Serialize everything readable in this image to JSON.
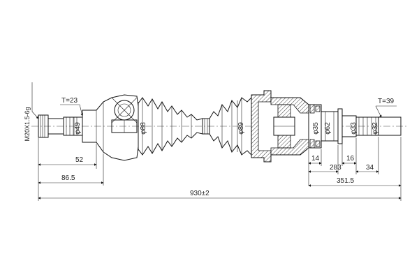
{
  "thread_label": "M20X1.5-6g",
  "left_spline_teeth": "T=23",
  "right_spline_teeth": "T=39",
  "diameters": {
    "d49": "φ49",
    "d88": "φ88",
    "d89": "φ89",
    "d35": "φ35",
    "d62": "φ62",
    "d33": "φ33",
    "d32": "φ32"
  },
  "dimensions": {
    "d52": "52",
    "d86_5": "86.5",
    "d930": "930±2",
    "d14": "14",
    "d283": "283",
    "d16": "16",
    "d34": "34",
    "d351_5": "351.5"
  }
}
